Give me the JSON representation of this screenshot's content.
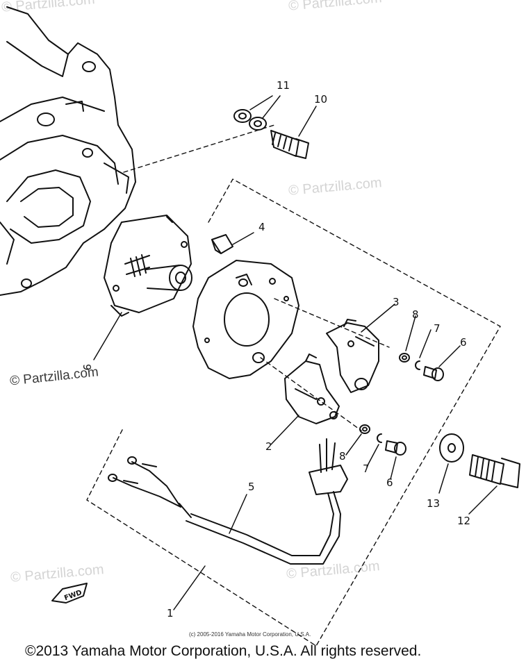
{
  "watermarks": {
    "faint": "© Partzilla.com",
    "strong": "© Partzilla.com"
  },
  "callouts": {
    "c1": "1",
    "c2": "2",
    "c3": "3",
    "c4": "4",
    "c5": "5",
    "c6a": "6",
    "c6b": "6",
    "c7a": "7",
    "c7b": "7",
    "c8a": "8",
    "c8b": "8",
    "c9": "9",
    "c10": "10",
    "c11": "11",
    "c12": "12",
    "c13": "13"
  },
  "fwd_label": "FWD",
  "small_copyright": "(c) 2005-2016 Yamaha Motor Corporation, U.S.A.",
  "copyright": "©2013 Yamaha Motor Corporation, U.S.A. All rights reserved."
}
